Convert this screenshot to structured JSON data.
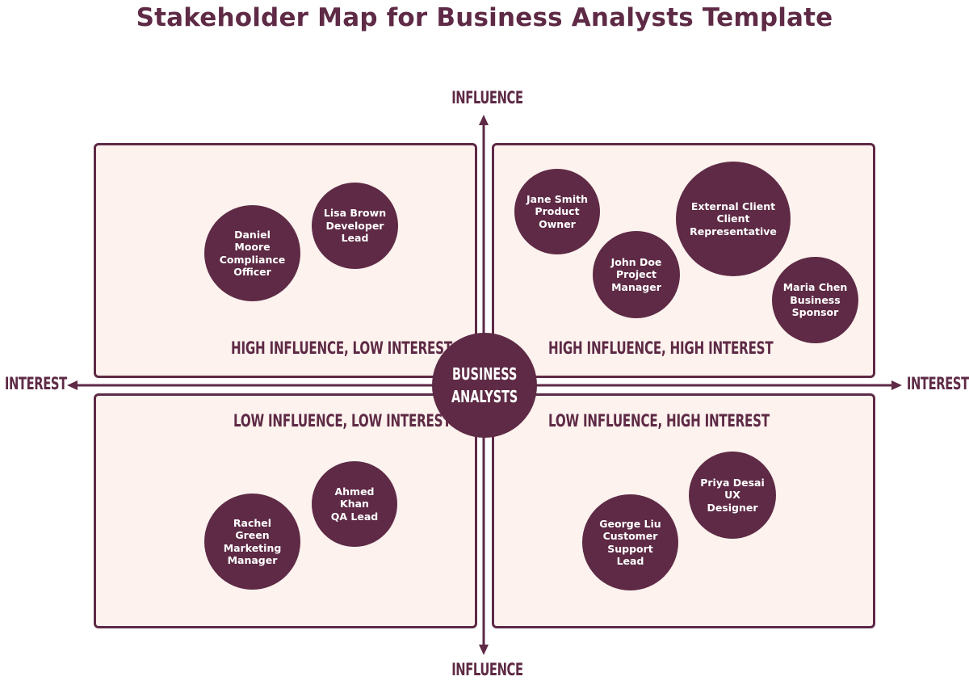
{
  "title": "Stakeholder Map for Business Analysts Template",
  "axes": {
    "top": "INFLUENCE",
    "bottom": "INFLUENCE",
    "left": "INTEREST",
    "right": "INTEREST"
  },
  "center": "BUSINESS\nANALYSTS",
  "quadrants": {
    "top_left": "HIGH INFLUENCE, LOW INTEREST",
    "top_right": "HIGH INFLUENCE, HIGH INTEREST",
    "bottom_left": "LOW INFLUENCE, LOW INTEREST",
    "bottom_right": "LOW INFLUENCE, HIGH INTEREST"
  },
  "stakeholders": {
    "daniel_moore": "Daniel\nMoore\nCompliance\nOfficer",
    "lisa_brown": "Lisa Brown\nDeveloper\nLead",
    "jane_smith": "Jane Smith\nProduct\nOwner",
    "external_client": "External Client\nClient\nRepresentative",
    "john_doe": "John Doe\nProject\nManager",
    "maria_chen": "Maria Chen\nBusiness\nSponsor",
    "ahmed_khan": "Ahmed\nKhan\nQA Lead",
    "rachel_green": "Rachel\nGreen\nMarketing\nManager",
    "priya_desai": "Priya Desai\nUX\nDesigner",
    "george_liu": "George Liu\nCustomer\nSupport\nLead"
  },
  "colors": {
    "primary": "#5e2a45",
    "quadrant_fill": "#fdf2ee",
    "text_light": "#ffffff"
  }
}
